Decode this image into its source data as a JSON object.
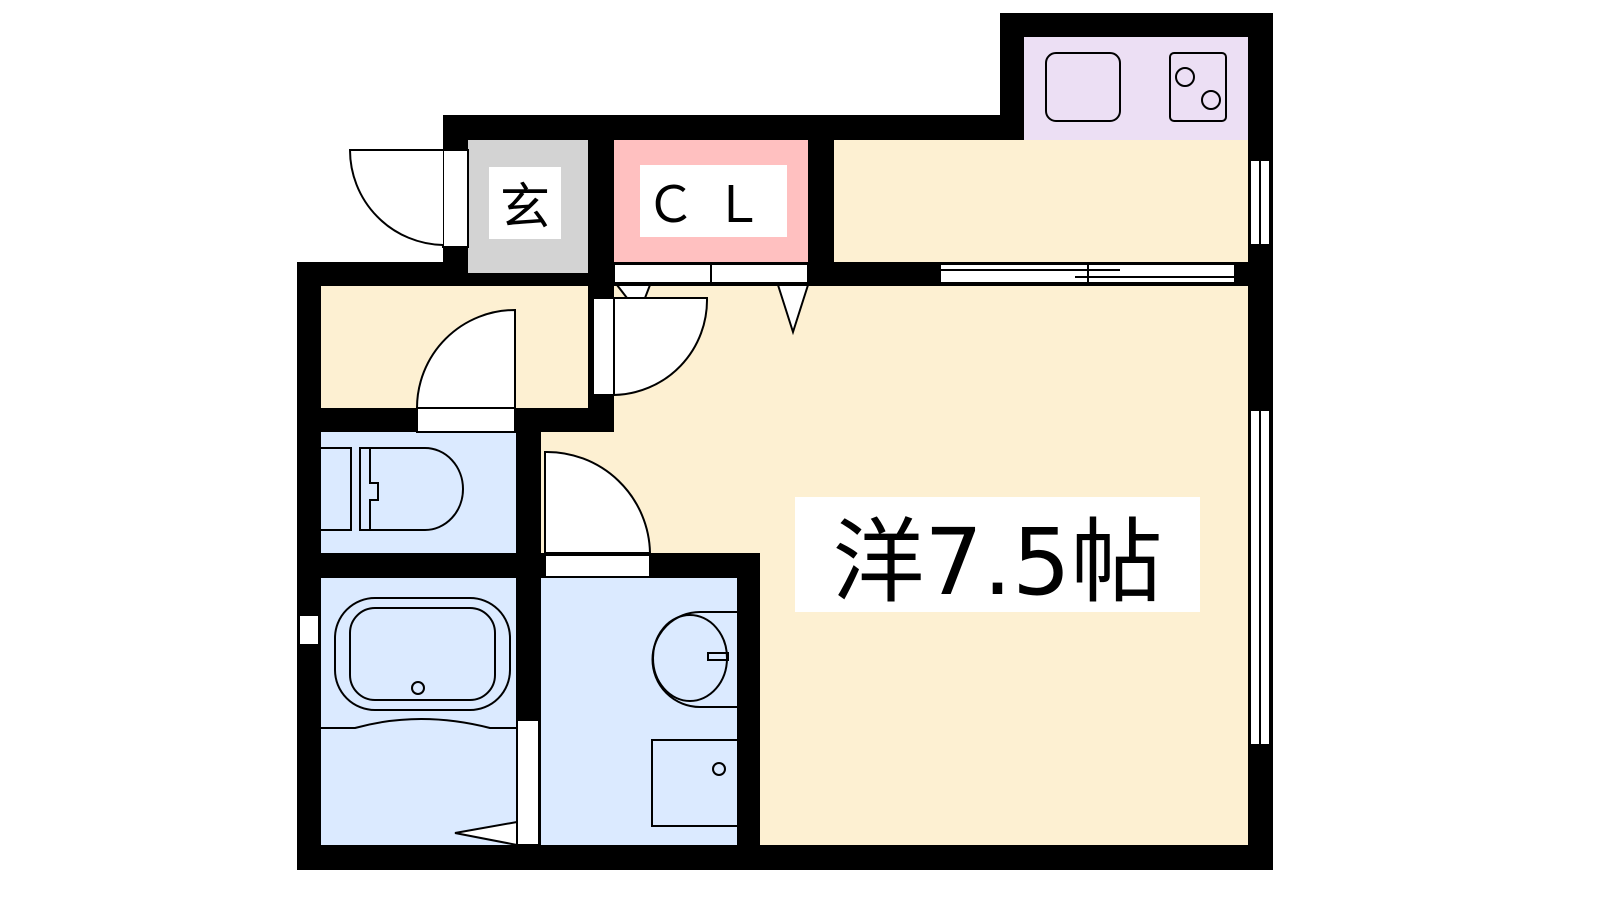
{
  "rooms": {
    "genkan": "玄",
    "closet": "ＣＬ",
    "western_room": "洋7.5帖"
  },
  "colors": {
    "wall": "#000000",
    "living": "#fdf0d2",
    "wet": "#dbeaff",
    "closet": "#ffc0c0",
    "genkan": "#d3d3d3",
    "kitchen": "#ecdff4"
  }
}
